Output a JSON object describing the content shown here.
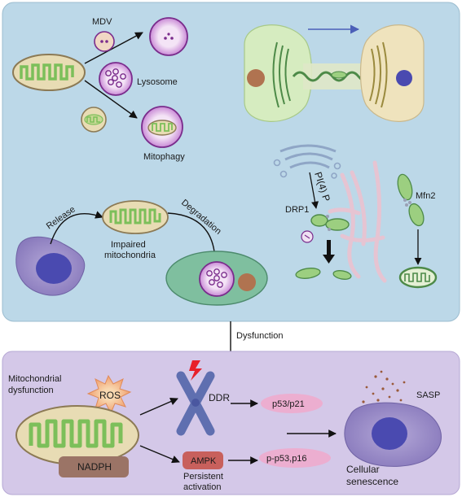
{
  "labels": {
    "mdv": "MDV",
    "lysosome": "Lysosome",
    "mitophagy": "Mitophagy",
    "pi4p": "PI(4) P",
    "drp1": "DRP1",
    "mfn2": "Mfn2",
    "release": "Release",
    "impaired_line1": "Impaired",
    "impaired_line2": "mitochondria",
    "degradation": "Degradation",
    "dysfunction": "Dysfunction",
    "mito_dys_line1": "Mitochondrial",
    "mito_dys_line2": "dysfunction",
    "ros": "ROS",
    "nadph": "NADPH",
    "ddr": "DDR",
    "p53p21": "p53/p21",
    "ampk": "AMPK",
    "persistent_line1": "Persistent",
    "persistent_line2": "activation",
    "pp53p16": "p-p53,p16",
    "sasp": "SASP",
    "cellular_line1": "Cellular",
    "cellular_line2": "senescence"
  },
  "colors": {
    "top_panel": "#bcd8e8",
    "bottom_panel": "#d4c8e8",
    "mito_outer": "#e8dcb4",
    "mito_border": "#8c7a55",
    "cristae": "#7cbf5a",
    "lysosome_fill": "#e6c3ee",
    "lysosome_border": "#7a2c8c",
    "nucleus": "#4a4ab0",
    "cell_fill": "#9a8cc4",
    "oval_cell": "#7fbf9f",
    "pill_pink": "#ecaed0",
    "ampk": "#c8605c",
    "nadph": "#9b7466",
    "ddr": "#5f6fb0"
  },
  "icons": {
    "lightning": "lightning-icon",
    "chromosome": "chromosome-icon",
    "ros_burst": "starburst-icon"
  }
}
